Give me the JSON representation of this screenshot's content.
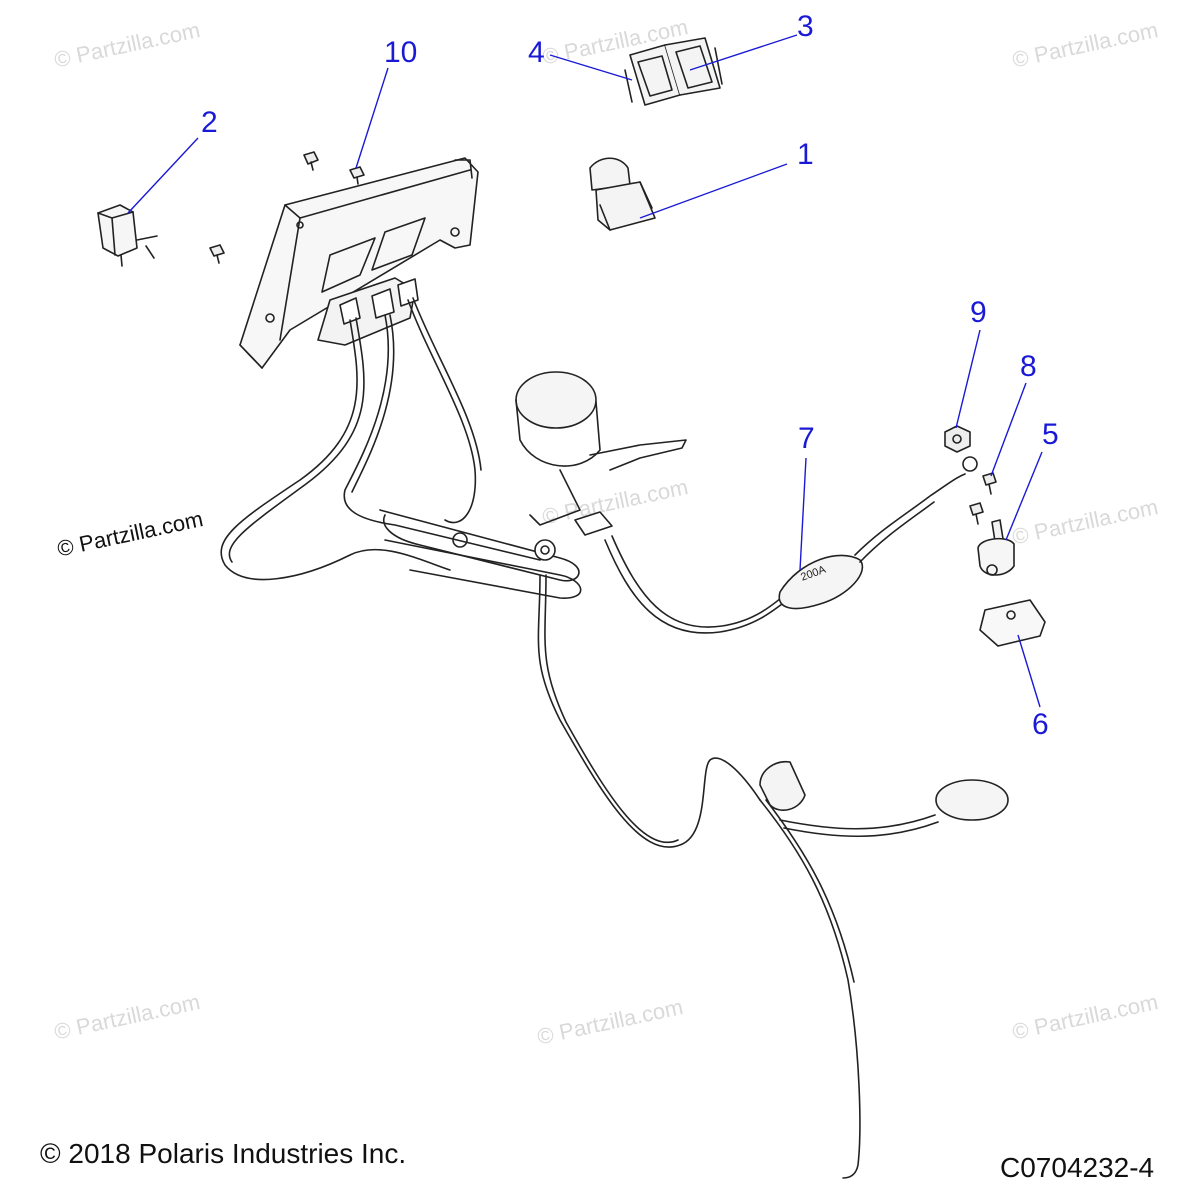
{
  "callouts": {
    "c1": "1",
    "c2": "2",
    "c3": "3",
    "c4": "4",
    "c5": "5",
    "c6": "6",
    "c7": "7",
    "c8": "8",
    "c9": "9",
    "c10": "10"
  },
  "cable_marking": "200A",
  "watermarks": {
    "text": "© Partzilla.com"
  },
  "footer": {
    "copyright": "© 2018 Polaris Industries Inc.",
    "diagram_code": "C0704232-4"
  },
  "colors": {
    "callout": "#1a1ad6",
    "line_art": "#222222",
    "watermark": "#d9d9d9"
  }
}
